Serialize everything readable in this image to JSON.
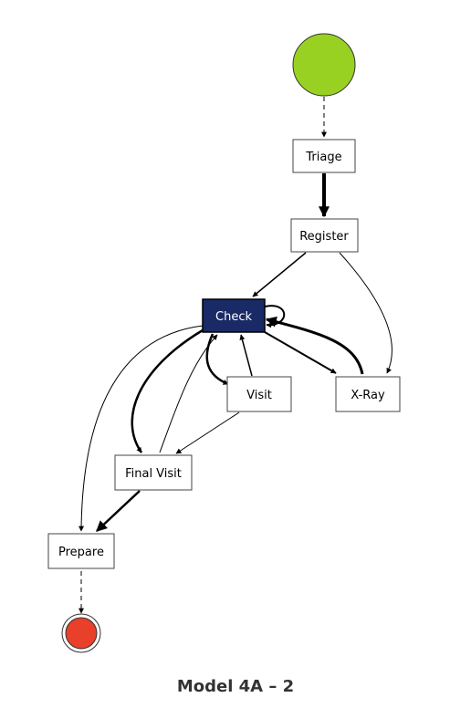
{
  "colors": {
    "start": "#99d122",
    "end": "#e8402a",
    "selected_fill": "#1a2a66",
    "selected_text": "#ffffff",
    "node_fill": "#ffffff",
    "edge": "#000000"
  },
  "nodes": {
    "triage": "Triage",
    "register": "Register",
    "check": "Check",
    "visit": "Visit",
    "xray": "X-Ray",
    "final_visit": "Final Visit",
    "prepare": "Prepare"
  },
  "selected_node": "check",
  "caption": "Model 4A – 2"
}
